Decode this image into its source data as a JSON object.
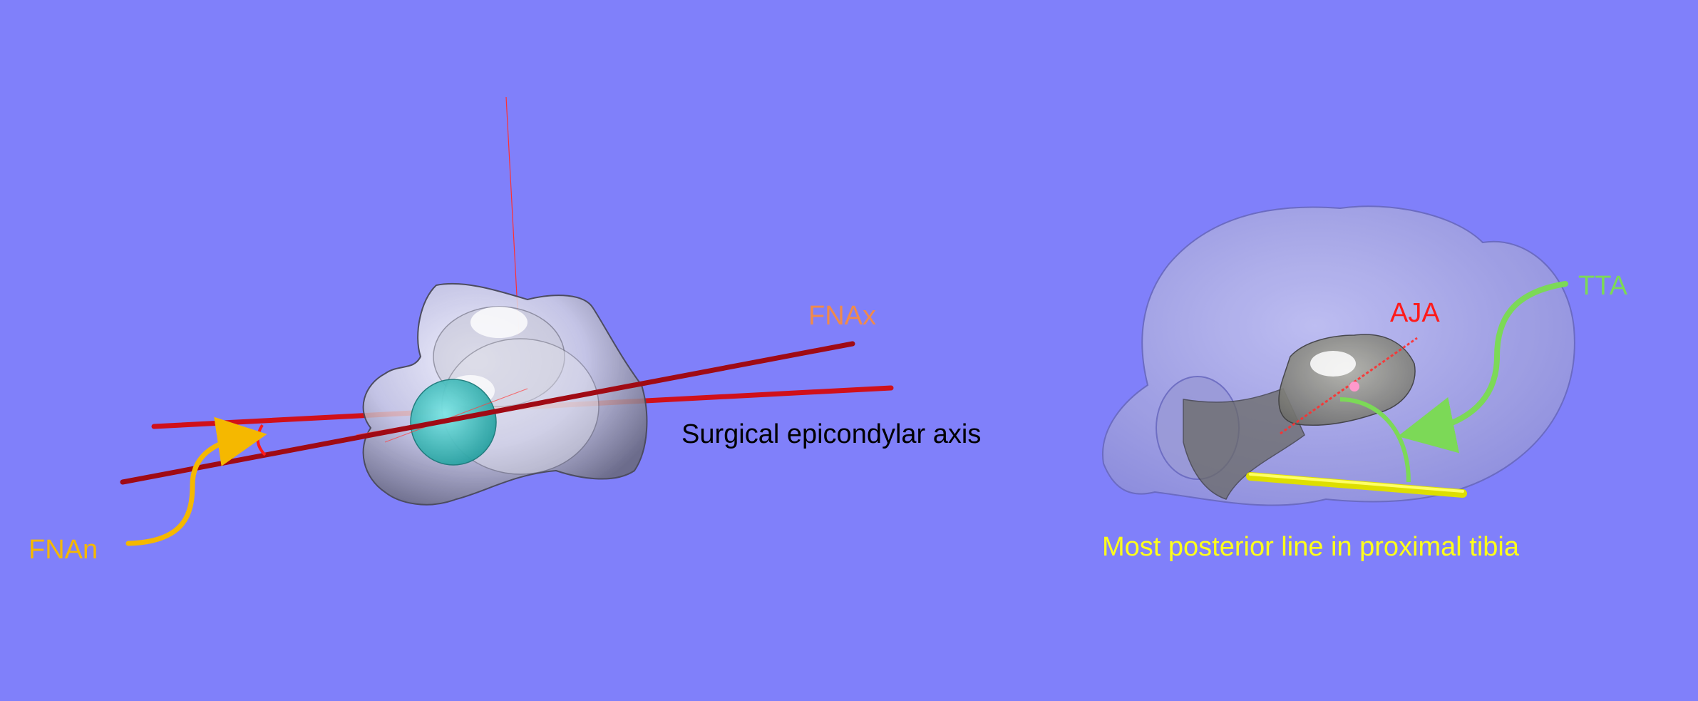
{
  "labels": {
    "fnax": "FNAx",
    "surgical_epicondylar_axis": "Surgical epicondylar axis",
    "fnan": "FNAn",
    "aja": "AJA",
    "tta": "TTA",
    "most_posterior_line": "Most posterior line in proximal tibia"
  },
  "colors": {
    "background": "#8080fa",
    "fnax": "#f08a4b",
    "fnan": "#f5b800",
    "aja": "#ff1a1a",
    "tta": "#7cd957",
    "posterior_line": "#ffff1a",
    "axis_red": "#c0101a",
    "femur_bone": "#d8d8e6",
    "femoral_head": "#2ec4c4",
    "tibia_bone": "#a8a8e6"
  }
}
